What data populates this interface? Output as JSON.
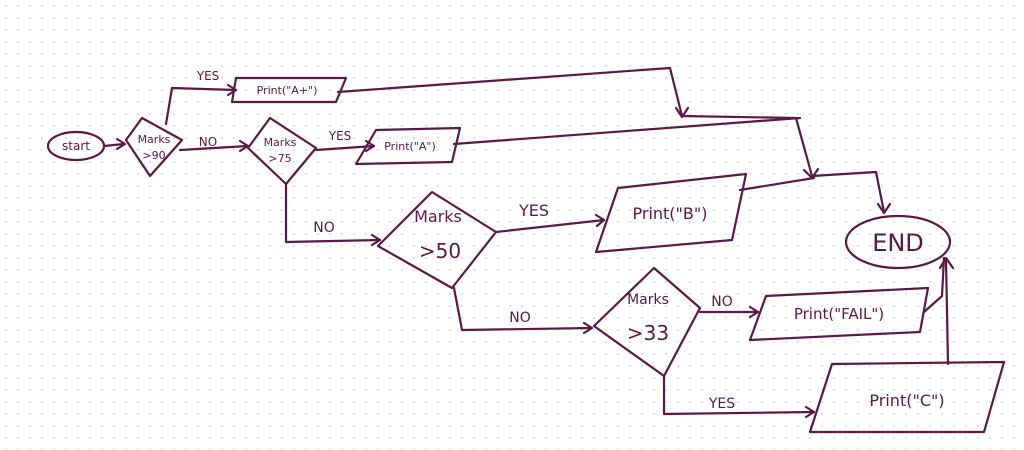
{
  "diagram": {
    "title": "Grade flowchart",
    "start": "start",
    "end": "END",
    "decisions": {
      "d90": [
        "Marks",
        ">90"
      ],
      "d75": [
        "Marks",
        ">75"
      ],
      "d50": [
        "Marks",
        ">50"
      ],
      "d33": [
        "Marks",
        ">33"
      ]
    },
    "outputs": {
      "aplus": "Print(\"A+\")",
      "a": "Print(\"A\")",
      "b": "Print(\"B\")",
      "fail": "Print(\"FAIL\")",
      "c": "Print(\"C\")"
    },
    "edge_labels": {
      "d90_yes": "YES",
      "d90_no": "NO",
      "d75_yes": "YES",
      "d75_no": "NO",
      "d50_yes": "YES",
      "d50_no": "NO",
      "d33_no": "NO",
      "d33_yes": "YES"
    },
    "colors": {
      "ink": "#5a1846",
      "background": "#ffffff",
      "grid_dot": "#dcdcdc"
    }
  }
}
